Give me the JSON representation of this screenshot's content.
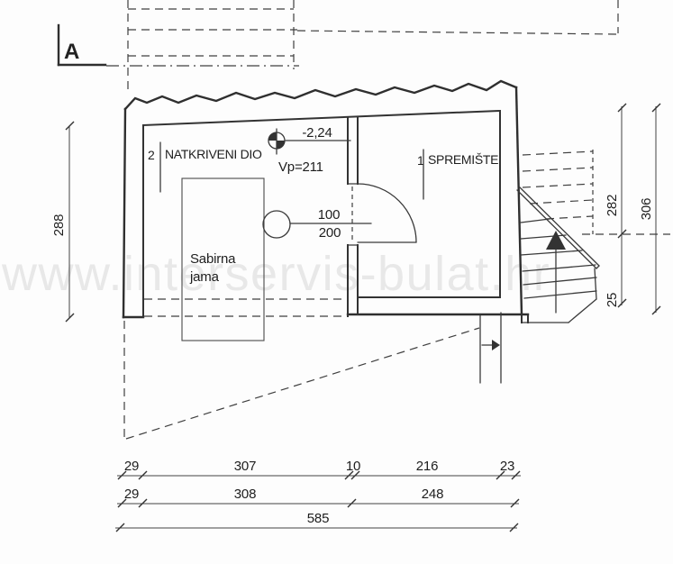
{
  "drawing": {
    "section_marker": "A",
    "rooms": {
      "room2_number": "2",
      "room2_name": "NATKRIVENI DIO",
      "room1_number": "1",
      "room1_name": "SPREMIŠTE"
    },
    "pit": {
      "line1": "Sabirna",
      "line2": "jama"
    },
    "level": {
      "elevation": "-2,24",
      "note": "Vp=211"
    },
    "opening": {
      "width": "100",
      "height": "200"
    },
    "dims": {
      "left_height": "288",
      "right_upper": "282",
      "right_lower": "25",
      "right_total": "306",
      "row1": [
        "29",
        "307",
        "10",
        "216",
        "23"
      ],
      "row2": [
        "29",
        "308",
        "248"
      ],
      "total": "585"
    },
    "watermark": "www.interservis-bulat.hr",
    "colors": {
      "line": "#3a3a3a",
      "watermark": "#e8e8e8",
      "paper": "#fdfdfd"
    }
  }
}
